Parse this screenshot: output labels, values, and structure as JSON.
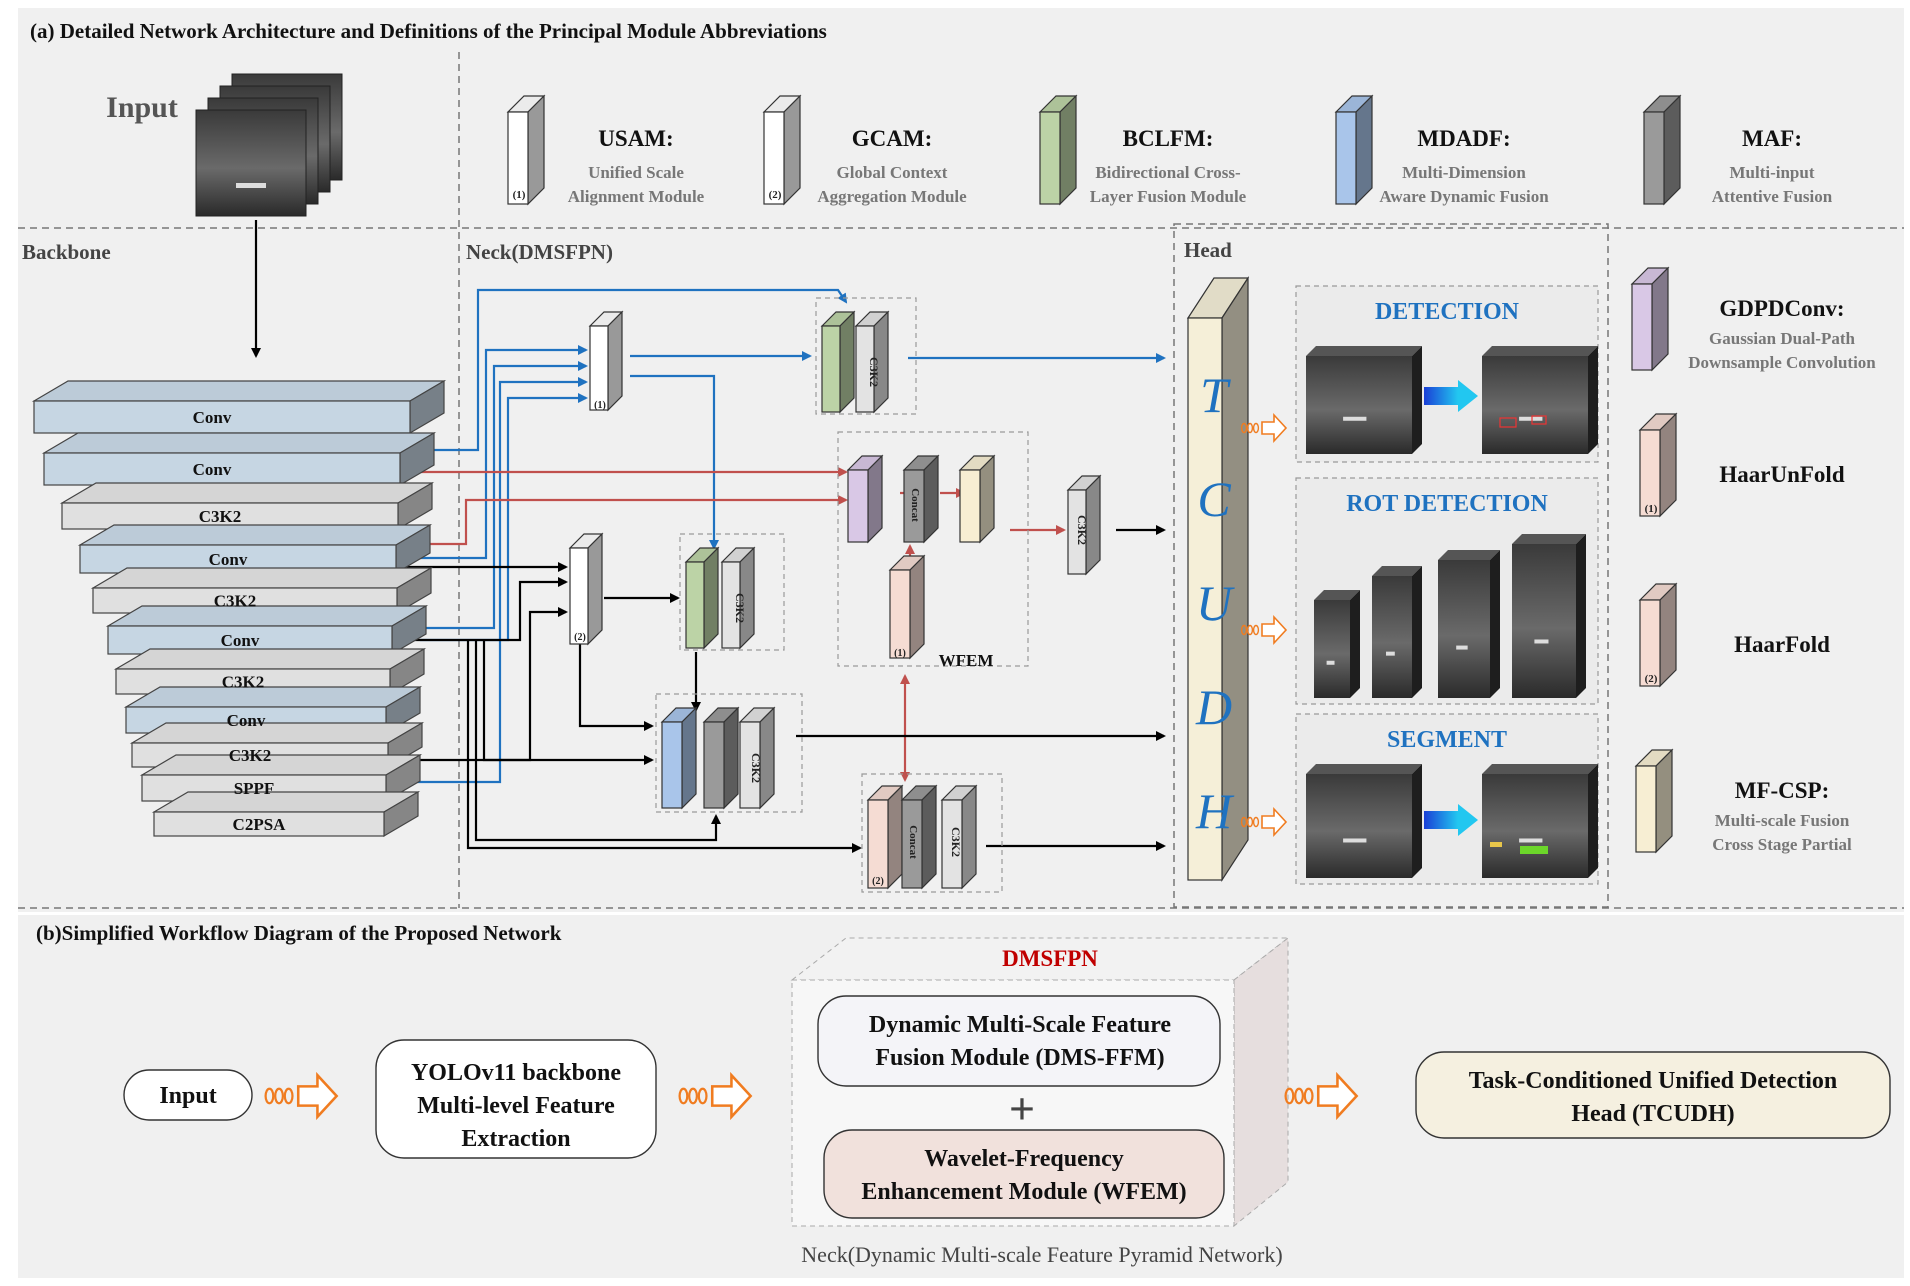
{
  "section_a": {
    "title": "(a) Detailed Network Architecture and Definitions of the Principal Module Abbreviations",
    "input_label": "Input",
    "legend": [
      {
        "abbr": "USAM:",
        "line1": "Unified Scale",
        "line2": "Alignment Module",
        "tag": "(1)",
        "color": "#ffffff"
      },
      {
        "abbr": "GCAM:",
        "line1": "Global Context",
        "line2": "Aggregation Module",
        "tag": "(2)",
        "color": "#ffffff"
      },
      {
        "abbr": "BCLFM:",
        "line1": "Bidirectional Cross-",
        "line2": "Layer Fusion Module",
        "tag": "",
        "color": "#bcd3a6"
      },
      {
        "abbr": "MDADF:",
        "line1": "Multi-Dimension",
        "line2": "Aware Dynamic Fusion",
        "tag": "",
        "color": "#a9c5ea"
      },
      {
        "abbr": "MAF:",
        "line1": "Multi-input",
        "line2": "Attentive Fusion",
        "tag": "",
        "color": "#9a9a9a"
      }
    ],
    "backbone": {
      "title": "Backbone",
      "layers": [
        "Conv",
        "Conv",
        "C3K2",
        "Conv",
        "C3K2",
        "Conv",
        "C3K2",
        "Conv",
        "C3K2",
        "SPPF",
        "C2PSA"
      ]
    },
    "neck": {
      "title": "Neck(DMSFPN)",
      "c3k2": "C3K2",
      "concat": "Concat",
      "wfem": "WFEM",
      "tag1": "(1)",
      "tag2": "(2)"
    },
    "head": {
      "title": "Head",
      "tcudh_letters": [
        "T",
        "C",
        "U",
        "D",
        "H"
      ],
      "tasks": [
        "DETECTION",
        "ROT DETECTION",
        "SEGMENT"
      ]
    },
    "right_legend": [
      {
        "abbr": "GDPDConv:",
        "line1": "Gaussian Dual-Path",
        "line2": "Downsample Convolution",
        "tag": "",
        "color": "#d9c8e6"
      },
      {
        "abbr": "HaarUnFold",
        "line1": "",
        "line2": "",
        "tag": "(1)",
        "color": "#f5dcd3"
      },
      {
        "abbr": "HaarFold",
        "line1": "",
        "line2": "",
        "tag": "(2)",
        "color": "#f5dcd3"
      },
      {
        "abbr": "MF-CSP:",
        "line1": "Multi-scale Fusion",
        "line2": "Cross Stage Partial",
        "tag": "",
        "color": "#f7eed3"
      }
    ]
  },
  "section_b": {
    "title": "(b)Simplified Workflow Diagram of the Proposed Network",
    "input": "Input",
    "backbone": [
      "YOLOv11 backbone",
      "Multi-level Feature",
      "Extraction"
    ],
    "dmsfpn_title": "DMSFPN",
    "dmsffm": [
      "Dynamic Multi-Scale Feature",
      "Fusion Module (DMS-FFM)"
    ],
    "plus": "+",
    "wfem": [
      "Wavelet-Frequency",
      "Enhancement Module (WFEM)"
    ],
    "neck_caption": "Neck(Dynamic Multi-scale Feature Pyramid Network)",
    "head": [
      "Task-Conditioned Unified Detection",
      "Head (TCUDH)"
    ]
  },
  "colors": {
    "blue_arrow": "#1f72c0",
    "red_arrow": "#c0504d",
    "title_blue": "#1f72c0",
    "dmsfpn_red": "#c00000",
    "panel_bg": "#f0f0f0"
  }
}
